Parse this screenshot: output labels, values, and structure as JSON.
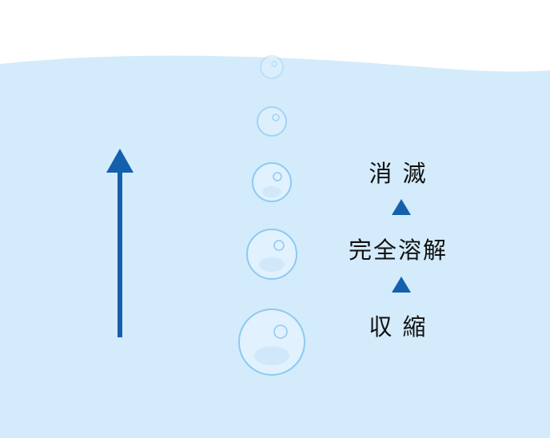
{
  "colors": {
    "water": "#d4ebfb",
    "arrow": "#1560ac",
    "bubble_stroke": "#8ccaf3",
    "label_text": "#111111"
  },
  "stages": {
    "top": "消 滅",
    "middle": "完全溶解",
    "bottom": "収 縮"
  },
  "icons": {
    "direction_arrow": "up-arrow-icon",
    "stage_arrow": "triangle-up-icon",
    "bubble": "bubble-icon"
  }
}
